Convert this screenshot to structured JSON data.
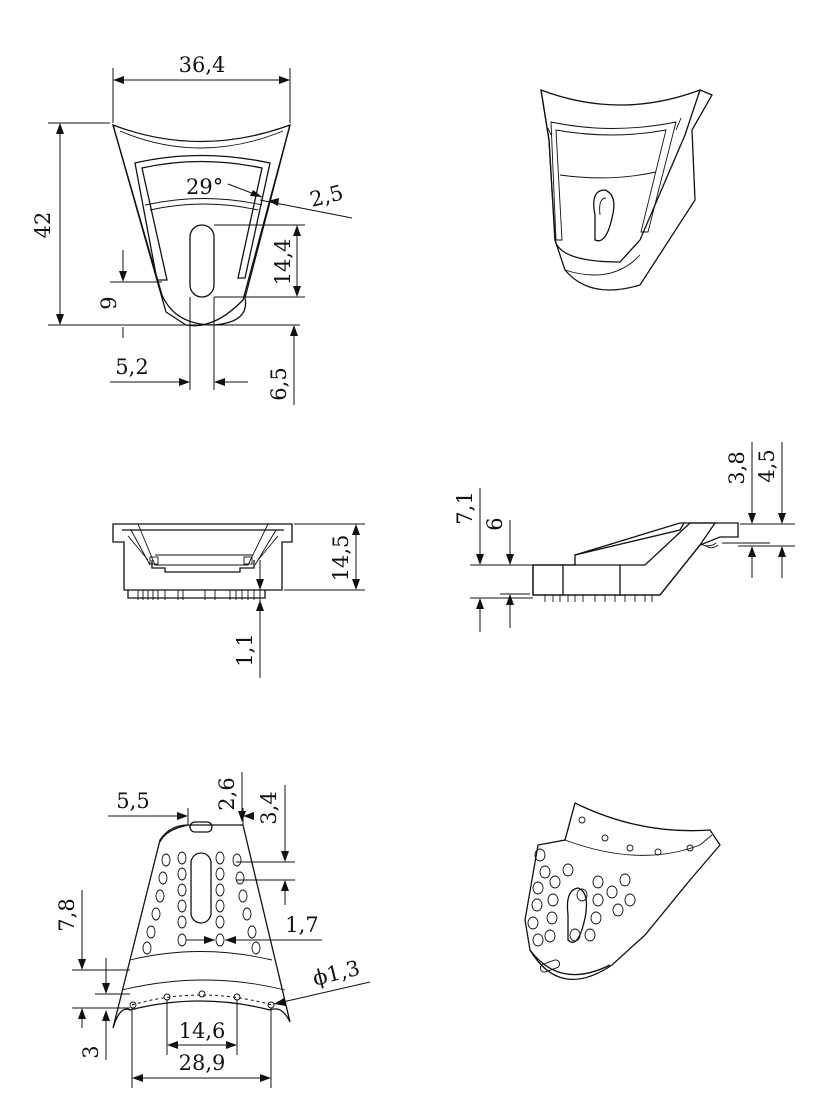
{
  "title": "",
  "dimensions": {
    "top_view": {
      "width": "36,4",
      "height": "42",
      "angle": "29°",
      "rim": "2,5",
      "slot_length": "14,4",
      "bottom_offset": "9",
      "slot_width": "5,2",
      "bottom_gap": "6,5"
    },
    "front_view": {
      "height": "14,5",
      "bottom": "1,1"
    },
    "side_view": {
      "outer_height": "7,1",
      "inner_height": "6",
      "lip_small": "3,8",
      "lip_large": "4,5"
    },
    "bottom_view": {
      "slot_width": "5,5",
      "hole_top": "2,6",
      "hole_spacing": "3,4",
      "gap": "1,7",
      "band": "7,8",
      "edge": "3",
      "hole_diameter": "ϕ1,3",
      "hole_pitch": "14,6",
      "overall_width": "28,9"
    }
  },
  "colors": {
    "line": "#111111",
    "background": "#ffffff"
  }
}
